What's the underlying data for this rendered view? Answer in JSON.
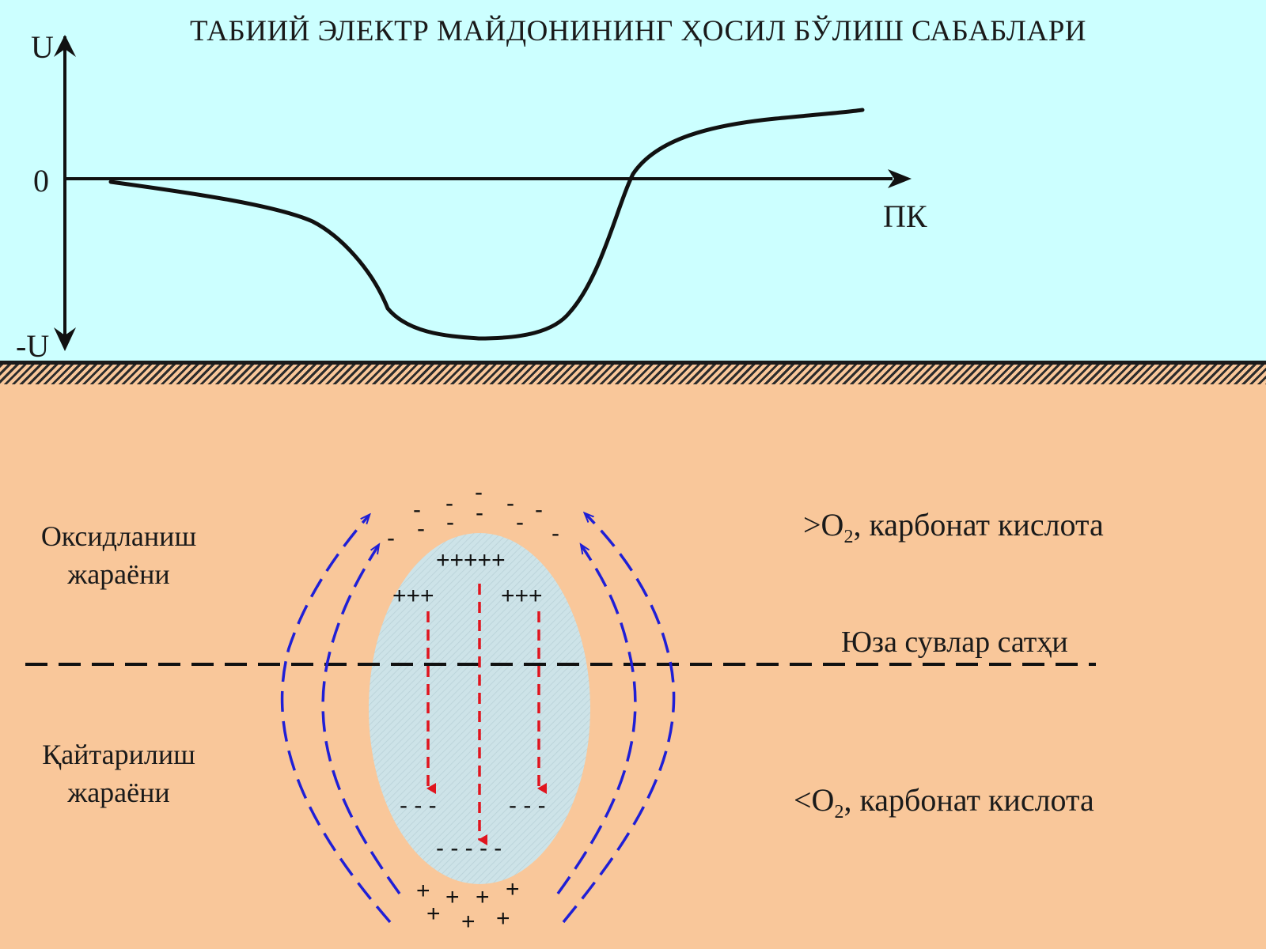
{
  "title": "ТАБИИЙ ЭЛЕКТР МАЙДОНИНИНГ ҲОСИЛ БЎЛИШ САБАБЛАРИ",
  "axis": {
    "y_top": "U",
    "y_zero": "0",
    "y_bottom": "-U",
    "x_label": "ПК"
  },
  "zones": {
    "oxidation_line1": "Оксидланиш",
    "oxidation_line2": "жараёни",
    "reduction_line1": "Қайтарилиш",
    "reduction_line2": "жараёни"
  },
  "labels": {
    "surface_water": "Юза сувлар сатҳи",
    "top_gt": ">O",
    "top_sub": "2",
    "top_rest": ", карбонат кислота",
    "bot_lt": "<O",
    "bot_sub": "2",
    "bot_rest": ", карбонат кислота"
  },
  "charges": {
    "plus_top": "+++++",
    "plus_left": "+++",
    "plus_right": "+++",
    "minus_left": "- - -",
    "minus_right": "- - -",
    "minus_bottom": "- - - - -",
    "minus_sign": "-",
    "plus_sign": "+"
  },
  "colors": {
    "sky": "#ccffff",
    "ground": "#f9c79a",
    "ore_body": "#cde3e8",
    "field_lines": "#1f1fd6",
    "current_arrows": "#e0141e"
  }
}
